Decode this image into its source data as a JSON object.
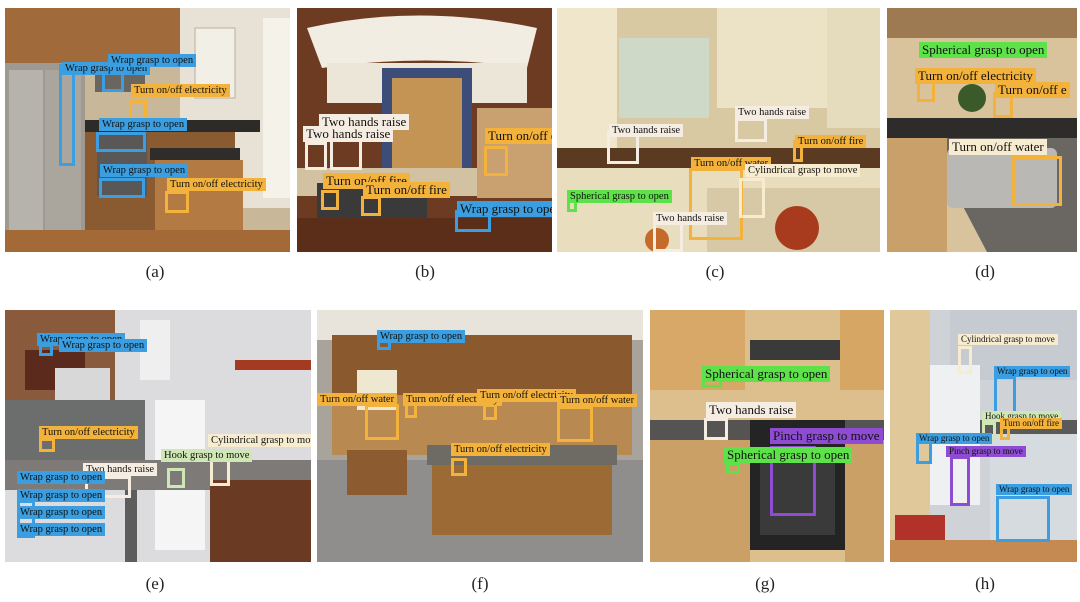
{
  "figure": {
    "captions": {
      "a": "(a)",
      "b": "(b)",
      "c": "(c)",
      "d": "(d)",
      "e": "(e)",
      "f": "(f)",
      "g": "(g)",
      "h": "(h)"
    },
    "label_colors": {
      "wrap": "#3a9ee0",
      "electricity": "#f3b23c",
      "two_hands": "#f6ede2",
      "fire": "#f3b23c",
      "water": "#f3b23c",
      "cylindrical": "#f7ecd0",
      "spherical": "#5ee24a",
      "pinch": "#8e4cd2",
      "hook": "#cfe6b5"
    },
    "panels": [
      {
        "id": "a",
        "labels": [
          {
            "text": "Wrap grasp to open",
            "type": "wrap"
          },
          {
            "text": "Wrap grasp to open",
            "type": "wrap"
          },
          {
            "text": "Turn on/off electricity",
            "type": "electricity"
          },
          {
            "text": "Wrap grasp to open",
            "type": "wrap"
          },
          {
            "text": "Wrap grasp to open",
            "type": "wrap"
          },
          {
            "text": "Turn on/off electricity",
            "type": "electricity"
          }
        ]
      },
      {
        "id": "b",
        "labels": [
          {
            "text": "Two hands raise",
            "type": "two_hands"
          },
          {
            "text": "Two hands raise",
            "type": "two_hands"
          },
          {
            "text": "Turn on/off elec",
            "type": "electricity"
          },
          {
            "text": "Turn on/off fire",
            "type": "fire"
          },
          {
            "text": "Turn on/off fire",
            "type": "fire"
          },
          {
            "text": "Wrap grasp to ope",
            "type": "wrap"
          }
        ]
      },
      {
        "id": "c",
        "labels": [
          {
            "text": "Two hands raise",
            "type": "two_hands"
          },
          {
            "text": "Two hands raise",
            "type": "two_hands"
          },
          {
            "text": "Turn on/off fire",
            "type": "fire"
          },
          {
            "text": "Turn on/off water",
            "type": "water"
          },
          {
            "text": "Cylindrical grasp to move",
            "type": "cylindrical"
          },
          {
            "text": "Spherical grasp to open",
            "type": "spherical"
          },
          {
            "text": "Two hands raise",
            "type": "two_hands"
          }
        ]
      },
      {
        "id": "d",
        "labels": [
          {
            "text": "Spherical grasp to open",
            "type": "spherical"
          },
          {
            "text": "Turn on/off electricity",
            "type": "electricity"
          },
          {
            "text": "Turn on/off e",
            "type": "electricity"
          },
          {
            "text": "Turn on/off water",
            "type": "water"
          }
        ]
      },
      {
        "id": "e",
        "labels": [
          {
            "text": "Wrap grasp to open",
            "type": "wrap"
          },
          {
            "text": "Wrap grasp to open",
            "type": "wrap"
          },
          {
            "text": "Turn on/off electricity",
            "type": "electricity"
          },
          {
            "text": "Cylindrical grasp to move",
            "type": "cylindrical"
          },
          {
            "text": "Hook grasp to move",
            "type": "hook"
          },
          {
            "text": "Two hands raise",
            "type": "two_hands"
          },
          {
            "text": "Wrap grasp to open",
            "type": "wrap"
          },
          {
            "text": "Wrap grasp to open",
            "type": "wrap"
          },
          {
            "text": "Wrap grasp to open",
            "type": "wrap"
          },
          {
            "text": "Wrap grasp to open",
            "type": "wrap"
          }
        ]
      },
      {
        "id": "f",
        "labels": [
          {
            "text": "Wrap grasp to open",
            "type": "wrap"
          },
          {
            "text": "Turn on/off water",
            "type": "water"
          },
          {
            "text": "Turn on/off electricity",
            "type": "electricity"
          },
          {
            "text": "Turn on/off electricity",
            "type": "electricity"
          },
          {
            "text": "Turn on/off water",
            "type": "water"
          },
          {
            "text": "Turn on/off electricity",
            "type": "electricity"
          }
        ]
      },
      {
        "id": "g",
        "labels": [
          {
            "text": "Spherical grasp to open",
            "type": "spherical"
          },
          {
            "text": "Two hands raise",
            "type": "two_hands"
          },
          {
            "text": "Pinch grasp to move",
            "type": "pinch"
          },
          {
            "text": "Spherical grasp to open",
            "type": "spherical"
          }
        ]
      },
      {
        "id": "h",
        "labels": [
          {
            "text": "Cylindrical grasp to move",
            "type": "cylindrical"
          },
          {
            "text": "Wrap grasp to open",
            "type": "wrap"
          },
          {
            "text": "Hook grasp to move",
            "type": "hook"
          },
          {
            "text": "Turn on/off fire",
            "type": "fire"
          },
          {
            "text": "Wrap grasp to open",
            "type": "wrap"
          },
          {
            "text": "Pinch grasp to move",
            "type": "pinch"
          },
          {
            "text": "Wrap grasp to open",
            "type": "wrap"
          }
        ]
      }
    ]
  }
}
